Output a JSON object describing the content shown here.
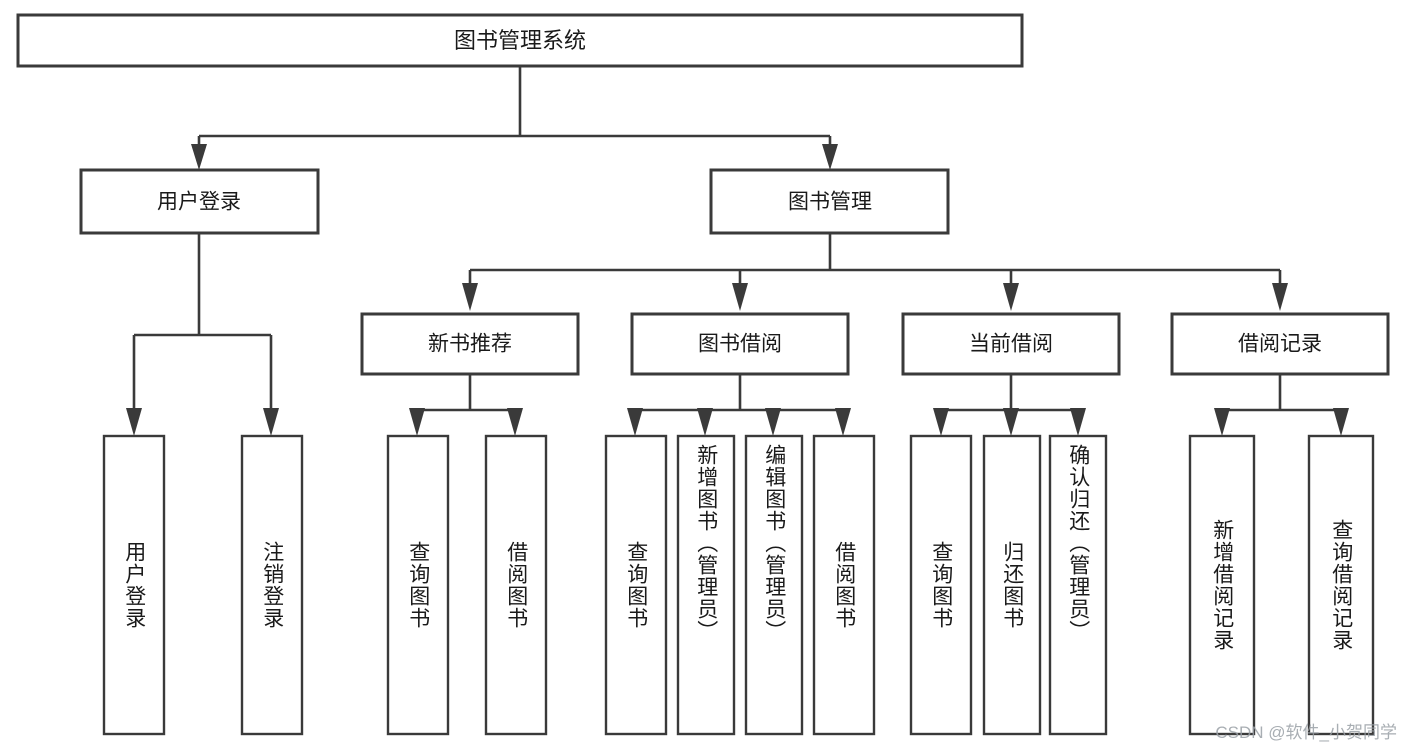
{
  "diagram": {
    "title": "图书管理系统",
    "type": "tree-hierarchy-diagram",
    "watermark": "CSDN @软件_小贺同学",
    "colors": {
      "stroke": "#3a3a3a",
      "fill": "#ffffff",
      "text": "#1a1a1a",
      "watermark": "#9aa0a6"
    },
    "root": {
      "label": "图书管理系统"
    },
    "level2": [
      {
        "label": "用户登录"
      },
      {
        "label": "图书管理"
      }
    ],
    "level3": [
      {
        "label": "新书推荐"
      },
      {
        "label": "图书借阅"
      },
      {
        "label": "当前借阅"
      },
      {
        "label": "借阅记录"
      }
    ],
    "leaves": {
      "user_login": [
        {
          "label": "用户登录"
        },
        {
          "label": "注销登录"
        }
      ],
      "new_book_recommend": [
        {
          "label": "查询图书"
        },
        {
          "label": "借阅图书"
        }
      ],
      "book_borrow": [
        {
          "label": "查询图书"
        },
        {
          "label": "新增图书（管理员）"
        },
        {
          "label": "编辑图书（管理员）"
        },
        {
          "label": "借阅图书"
        }
      ],
      "current_borrow": [
        {
          "label": "查询图书"
        },
        {
          "label": "归还图书"
        },
        {
          "label": "确认归还（管理员）"
        }
      ],
      "borrow_record": [
        {
          "label": "新增借阅记录"
        },
        {
          "label": "查询借阅记录"
        }
      ]
    }
  }
}
